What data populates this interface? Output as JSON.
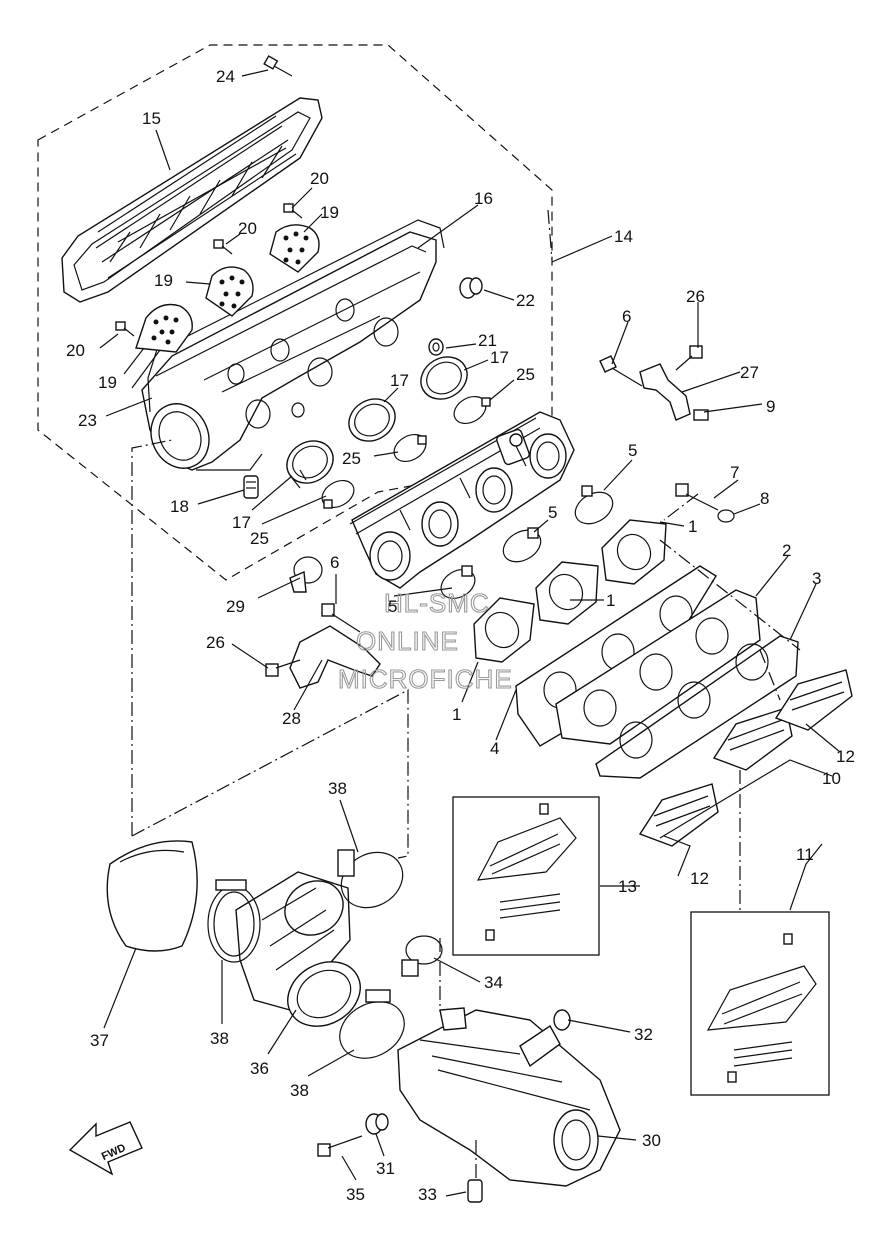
{
  "watermark": [
    "HL-SMC",
    "ONLINE",
    "MICROFICHE"
  ],
  "fwd_label": "FWD",
  "callouts": [
    {
      "id": "c24",
      "text": "24"
    },
    {
      "id": "c15",
      "text": "15"
    },
    {
      "id": "c20a",
      "text": "20"
    },
    {
      "id": "c19a",
      "text": "19"
    },
    {
      "id": "c20b",
      "text": "20"
    },
    {
      "id": "c16",
      "text": "16"
    },
    {
      "id": "c14",
      "text": "14"
    },
    {
      "id": "c19b",
      "text": "19"
    },
    {
      "id": "c22",
      "text": "22"
    },
    {
      "id": "c20c",
      "text": "20"
    },
    {
      "id": "c21",
      "text": "21"
    },
    {
      "id": "c19c",
      "text": "19"
    },
    {
      "id": "c17a",
      "text": "17"
    },
    {
      "id": "c25a",
      "text": "25"
    },
    {
      "id": "c23",
      "text": "23"
    },
    {
      "id": "c17b",
      "text": "17"
    },
    {
      "id": "c25b",
      "text": "25"
    },
    {
      "id": "c18",
      "text": "18"
    },
    {
      "id": "c17c",
      "text": "17"
    },
    {
      "id": "c25c",
      "text": "25"
    },
    {
      "id": "c6a",
      "text": "6"
    },
    {
      "id": "c26a",
      "text": "26"
    },
    {
      "id": "c27",
      "text": "27"
    },
    {
      "id": "c9",
      "text": "9"
    },
    {
      "id": "c5a",
      "text": "5"
    },
    {
      "id": "c7",
      "text": "7"
    },
    {
      "id": "c8",
      "text": "8"
    },
    {
      "id": "c1a",
      "text": "1"
    },
    {
      "id": "c5b",
      "text": "5"
    },
    {
      "id": "c2",
      "text": "2"
    },
    {
      "id": "c3",
      "text": "3"
    },
    {
      "id": "c29",
      "text": "29"
    },
    {
      "id": "c6b",
      "text": "6"
    },
    {
      "id": "c5c",
      "text": "5"
    },
    {
      "id": "c1b",
      "text": "1"
    },
    {
      "id": "c26b",
      "text": "26"
    },
    {
      "id": "c1c",
      "text": "1"
    },
    {
      "id": "c28",
      "text": "28"
    },
    {
      "id": "c4",
      "text": "4"
    },
    {
      "id": "c12a",
      "text": "12"
    },
    {
      "id": "c10",
      "text": "10"
    },
    {
      "id": "c38a",
      "text": "38"
    },
    {
      "id": "c11",
      "text": "11"
    },
    {
      "id": "c13",
      "text": "13"
    },
    {
      "id": "c12b",
      "text": "12"
    },
    {
      "id": "c34",
      "text": "34"
    },
    {
      "id": "c37",
      "text": "37"
    },
    {
      "id": "c38b",
      "text": "38"
    },
    {
      "id": "c36",
      "text": "36"
    },
    {
      "id": "c32",
      "text": "32"
    },
    {
      "id": "c38c",
      "text": "38"
    },
    {
      "id": "c30",
      "text": "30"
    },
    {
      "id": "c31",
      "text": "31"
    },
    {
      "id": "c35",
      "text": "35"
    },
    {
      "id": "c33",
      "text": "33"
    }
  ]
}
